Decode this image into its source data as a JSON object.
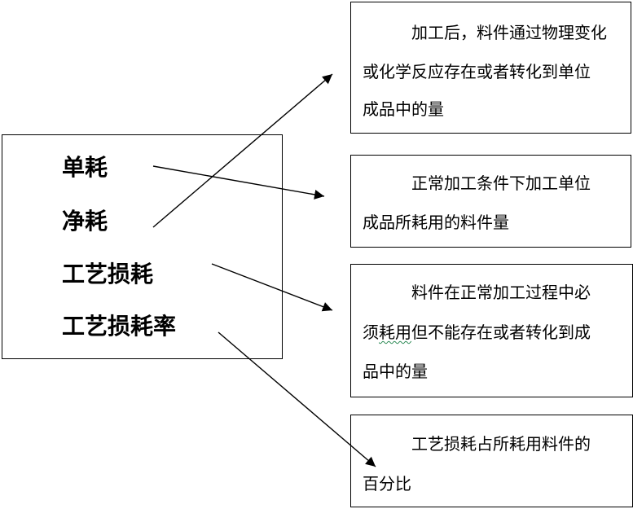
{
  "terms": {
    "unit_consumption": "单耗",
    "net_consumption": "净耗",
    "process_loss": "工艺损耗",
    "process_loss_rate": "工艺损耗率"
  },
  "definitions": {
    "net": {
      "line1": "加工后，料件通过物理变化",
      "line2": "或化学反应存在或者转化到单位",
      "line3": "成品中的量"
    },
    "unit": {
      "line1": "正常加工条件下加工单位",
      "line2": "成品所耗用的料件量"
    },
    "loss": {
      "line1": "料件在正常加工过程中必",
      "line2a": "须",
      "line2b": "耗用",
      "line2c": "但不能存在或者转化到成",
      "line3": "品中的量"
    },
    "rate": {
      "line1": "工艺损耗占所耗用料件的",
      "line2": "百分比"
    }
  }
}
